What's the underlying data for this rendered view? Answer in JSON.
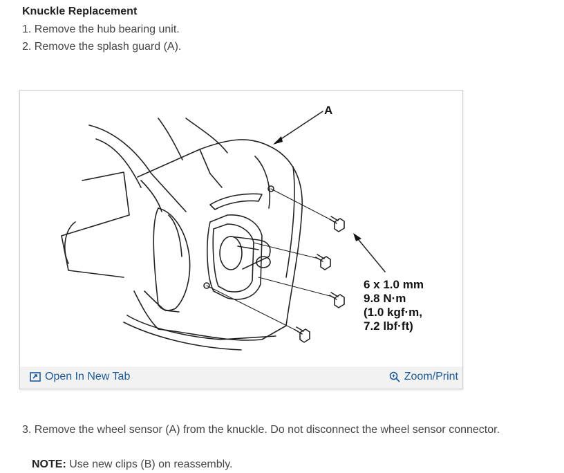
{
  "header": {
    "title": "Knuckle Replacement",
    "step1": "1. Remove the hub bearing unit.",
    "step2": "2. Remove the splash guard (A)."
  },
  "figure": {
    "callout_letter": "A",
    "spec_lines": [
      "6 x 1.0 mm",
      "9.8 N·m",
      "(1.0 kgf·m,",
      "7.2 lbf·ft)"
    ],
    "open_label": "Open In New Tab",
    "zoom_label": "Zoom/Print",
    "icons": {
      "open": "open-new-tab-icon",
      "zoom": "zoom-icon"
    }
  },
  "body": {
    "step3": "3. Remove the wheel sensor (A) from the knuckle. Do not disconnect the wheel sensor connector.",
    "note_label": "NOTE:",
    "note_text": " Use new clips (B) on reassembly."
  },
  "colors": {
    "link": "#1a5a9a",
    "figure_bar": "#f2f2f2",
    "border": "#cfcfcf"
  }
}
